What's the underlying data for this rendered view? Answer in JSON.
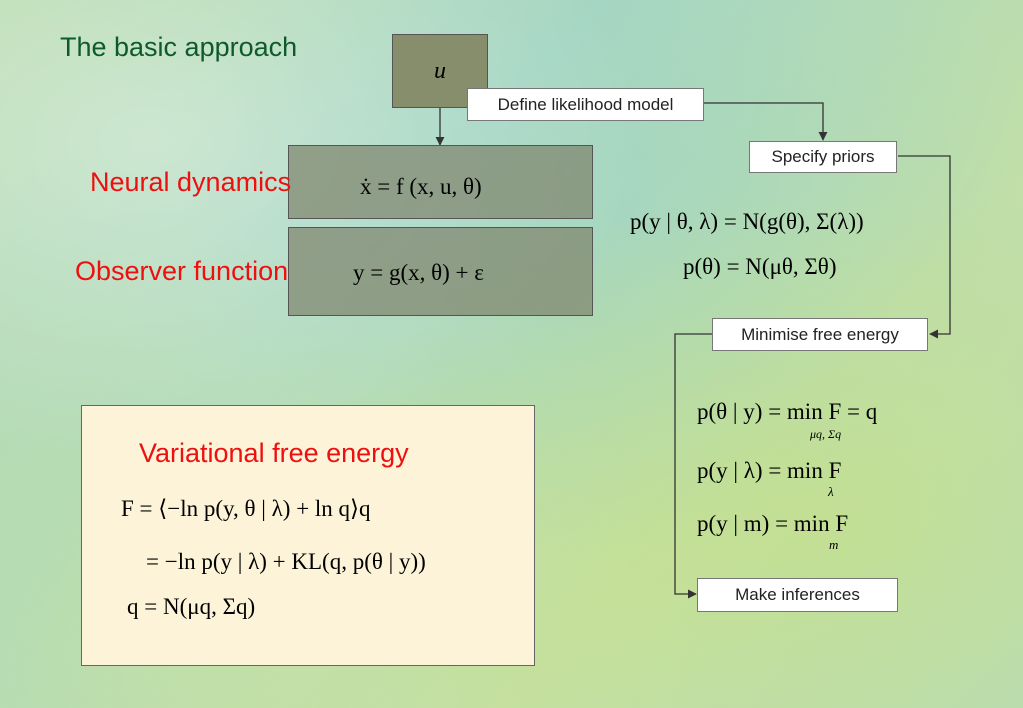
{
  "title": "The basic approach",
  "labels": {
    "neural_dynamics": "Neural dynamics",
    "observer_function": "Observer function",
    "variational_free_energy": "Variational free energy"
  },
  "nodes": {
    "input": "u",
    "define_likelihood": "Define likelihood model",
    "specify_priors": "Specify priors",
    "minimise_free_energy": "Minimise free energy",
    "make_inferences": "Make inferences"
  },
  "equations": {
    "neural_dynamics": "ẋ = f (x, u, θ)",
    "observer": "y = g(x, θ) + ε",
    "likelihood": "p(y | θ, λ) = N(g(θ), Σ(λ))",
    "prior": "p(θ) = N(μθ, Σθ)",
    "posterior": "p(θ | y) = min F = q",
    "posterior_sub": "μq, Σq",
    "hyper": "p(y | λ) = min F",
    "hyper_sub": "λ",
    "model": "p(y | m) = min F",
    "model_sub": "m",
    "free_energy_1": "F = ⟨−ln p(y, θ | λ) + ln q⟩q",
    "free_energy_2": "= −ln p(y | λ) + KL(q, p(θ | y))",
    "free_energy_3": "q = N(μq, Σq)"
  },
  "colors": {
    "title": "#0f5a2c",
    "labels": "#ee1010",
    "box_fill": "#868e6c",
    "panel_fill": "#fcf3d8"
  }
}
